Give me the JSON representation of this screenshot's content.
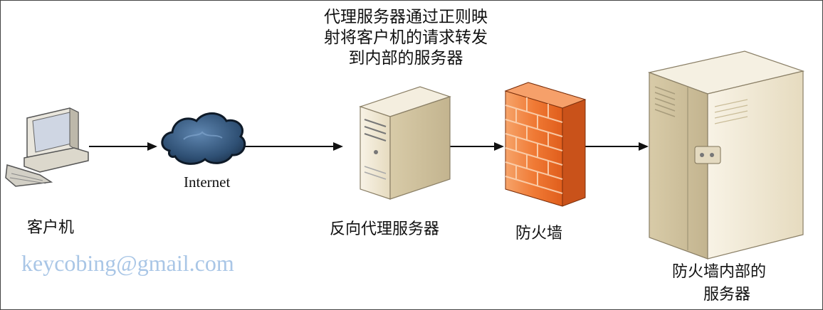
{
  "nodes": {
    "client": {
      "label": "客户机",
      "icon": "desktop-computer-icon"
    },
    "internet": {
      "label": "Internet",
      "icon": "cloud-icon"
    },
    "reverse_proxy": {
      "label": "反向代理服务器",
      "icon": "server-icon"
    },
    "firewall": {
      "label": "防火墙",
      "icon": "brick-firewall-icon"
    },
    "internal_server": {
      "label_line1": "防火墙内部的",
      "label_line2": "服务器",
      "icon": "large-server-icon"
    }
  },
  "annotation": {
    "lines": [
      "代理服务器通过正则映",
      "射将客户机的请求转发",
      "到内部的服务器"
    ]
  },
  "watermark": "keycobing@gmail.com",
  "colors": {
    "arrow": "#111111",
    "cloud": "#2e4f73",
    "firewall": "#f07a35",
    "server": "#efe6cf",
    "watermark": "#a9c6e6"
  }
}
